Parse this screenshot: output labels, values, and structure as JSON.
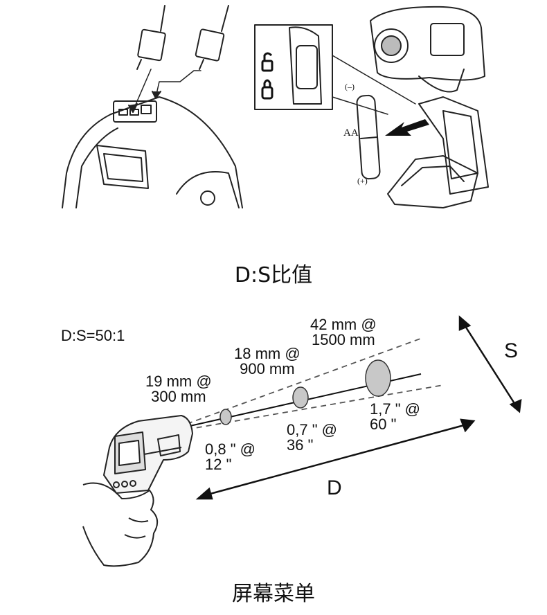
{
  "figure_top": {
    "battery_label": "AA",
    "minus_label": "(–)",
    "plus_label": "(+)"
  },
  "captions": {
    "ds_ratio": "D:S比值",
    "screen_menu": "屏幕菜单"
  },
  "ds_diagram": {
    "ratio": "D:S=50:1",
    "spots_metric": [
      {
        "line1": "19 mm @",
        "line2": "300 mm"
      },
      {
        "line1": "18 mm @",
        "line2": "900 mm"
      },
      {
        "line1": "42 mm @",
        "line2": "1500 mm"
      }
    ],
    "spots_imperial": [
      {
        "line1": "0,8 \" @",
        "line2": "12 \""
      },
      {
        "line1": "0,7 \" @",
        "line2": "36 \""
      },
      {
        "line1": "1,7 \" @",
        "line2": "60 \""
      }
    ],
    "axis_distance": "D",
    "axis_spot": "S"
  }
}
